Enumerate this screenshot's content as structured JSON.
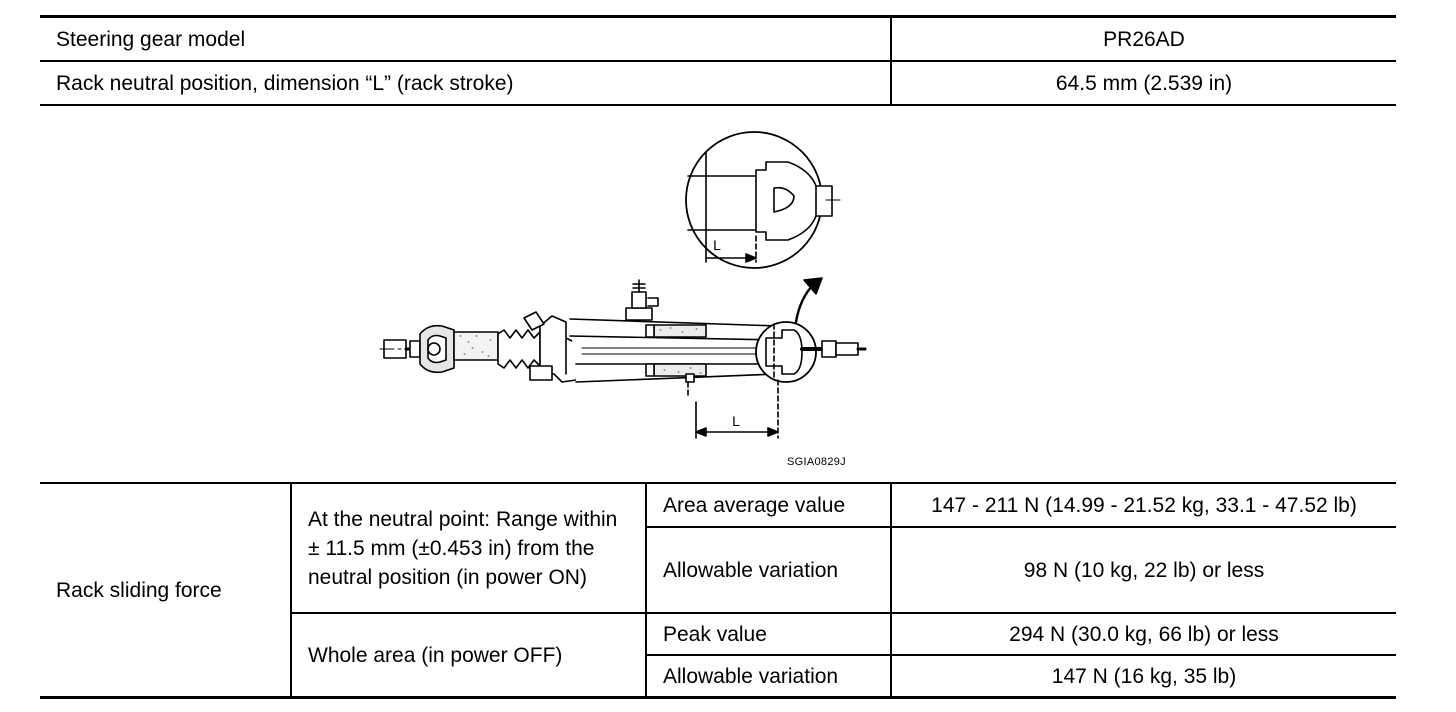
{
  "spec_top": {
    "row1": {
      "label": "Steering gear model",
      "value": "PR26AD"
    },
    "row2": {
      "label": "Rack neutral position, dimension “L” (rack stroke)",
      "value": "64.5 mm (2.539 in)"
    }
  },
  "figure": {
    "dimension_label": "L",
    "caption": "SGIA0829J"
  },
  "sliding_force": {
    "label": "Rack sliding force",
    "neutral_condition": "At the neutral point: Range within ± 11.5 mm (±0.453 in) from the neutral position (in power ON)",
    "neutral": {
      "average_label": "Area average value",
      "average_value": "147 - 211 N (14.99 - 21.52 kg, 33.1 - 47.52 lb)",
      "variation_label": "Allowable variation",
      "variation_value": "98 N (10 kg, 22 lb) or less"
    },
    "whole_condition": "Whole area (in power OFF)",
    "whole": {
      "peak_label": "Peak value",
      "peak_value": "294 N (30.0 kg, 66 lb) or less",
      "variation_label": "Allowable variation",
      "variation_value": "147 N (16 kg, 35 lb)"
    }
  }
}
